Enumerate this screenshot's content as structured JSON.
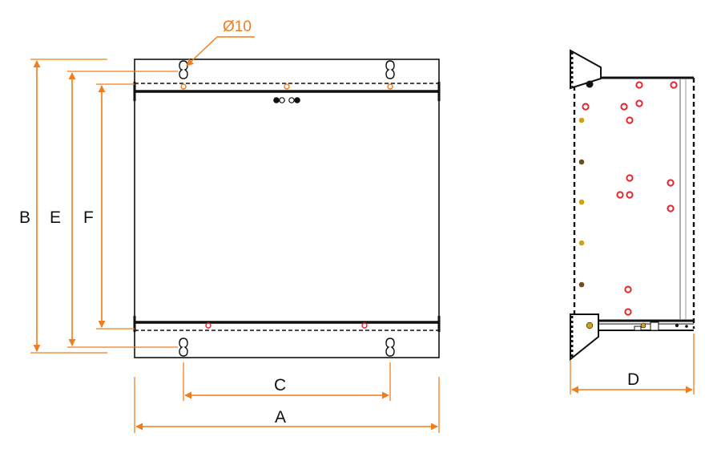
{
  "labels": {
    "hole_diameter": "Ø10",
    "dim_a": "A",
    "dim_b": "B",
    "dim_c": "C",
    "dim_d": "D",
    "dim_e": "E",
    "dim_f": "F"
  },
  "colors": {
    "dimension": "#f07c1c",
    "outline": "#111111",
    "terminal_red": "#e6262b",
    "terminal_gold": "#d4a017",
    "terminal_brown": "#6b4d1f",
    "panel_gray": "#9a9a9a"
  },
  "views": [
    "front-view",
    "side-view"
  ]
}
